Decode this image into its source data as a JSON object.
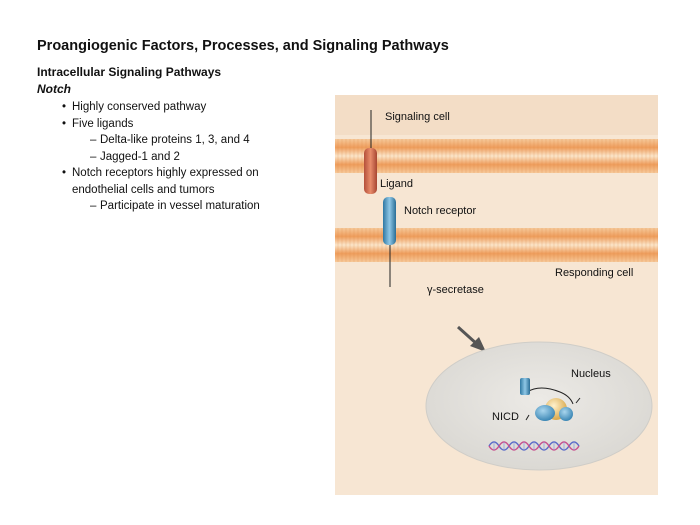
{
  "title": "Proangiogenic Factors, Processes, and Signaling Pathways",
  "subtitle": "Intracellular Signaling Pathways",
  "section": "Notch",
  "bullets": {
    "b1": "Highly conserved pathway",
    "b2": "Five ligands",
    "b2_sub1": "Delta-like proteins 1, 3, and 4",
    "b2_sub2": "Jagged-1 and 2",
    "b3_line1": "Notch receptors highly expressed on",
    "b3_line2": "endothelial cells and tumors",
    "b3_sub1": "Participate in vessel maturation"
  },
  "diagram": {
    "signaling_cell": "Signaling cell",
    "ligand": "Ligand",
    "notch_receptor": "Notch receptor",
    "responding_cell": "Responding cell",
    "gamma_secretase": "γ-secretase",
    "nucleus": "Nucleus",
    "nicd": "NICD"
  },
  "colors": {
    "cell_background": "#f7e6d3",
    "membrane": "#f0b77e",
    "ligand": "#d4704f",
    "receptor": "#5aa3cc",
    "nucleus": "#e2e1de",
    "dna": "#5b6bc8"
  }
}
